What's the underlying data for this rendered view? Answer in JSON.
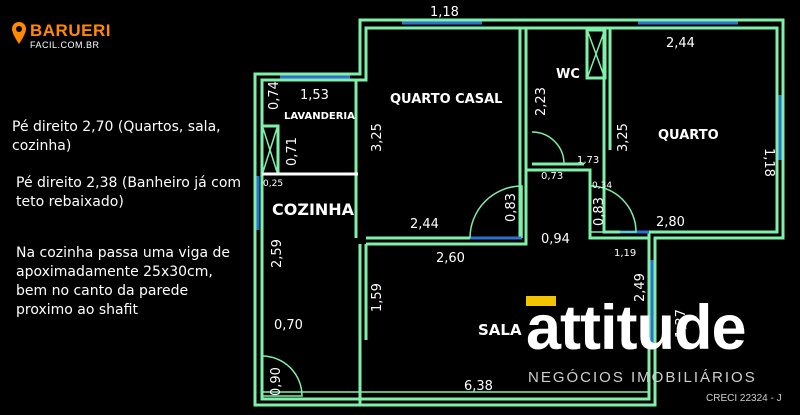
{
  "logo": {
    "name": "BARUERI",
    "sub": "FACIL.COM.BR",
    "icon": "map-pin-icon",
    "color": "#ff8a00"
  },
  "notes": [
    {
      "text": "Pé direito 2,70 (Quartos, sala, cozinha)"
    },
    {
      "text": "Pé direito 2,38 (Banheiro já com teto rebaixado)"
    },
    {
      "text": "Na cozinha passa uma viga de apoximadamente 25x30cm, bem no canto da parede proximo ao shafit"
    }
  ],
  "rooms": {
    "quarto_casal": "QUARTO CASAL",
    "wc": "WC",
    "quarto": "QUARTO",
    "lavanderia": "LAVANDERIA",
    "cozinha": "COZINHA",
    "sala": "SALA"
  },
  "dims": {
    "d118_top": "1,18",
    "d244_top": "2,44",
    "d153": "1,53",
    "d074": "0,74",
    "d071": "0,71",
    "d025": "0,25",
    "d325_left": "3,25",
    "d223": "2,23",
    "d325_right": "3,25",
    "d118_right": "1,18",
    "d173": "1,73",
    "d073": "0,73",
    "d034": "0,34",
    "d083_a": "0,83",
    "d083_b": "0,83",
    "d244_bottom": "2,44",
    "d280": "2,80",
    "d094": "0,94",
    "d119": "1,19",
    "d259": "2,59",
    "d260": "2,60",
    "d249": "2,49",
    "d159": "1,59",
    "d137": "1,37",
    "d070": "0,70",
    "d090": "0,90",
    "d638": "6,38"
  },
  "brand": {
    "word": "attitude",
    "sub": "NEGÓCIOS IMOBILIÁRIOS",
    "creci": "CRECI 22324 - J"
  },
  "colors": {
    "wall": "#7ef0a8",
    "door": "#2f6fd0",
    "text": "#ffffff",
    "accent": "#f5c400"
  }
}
